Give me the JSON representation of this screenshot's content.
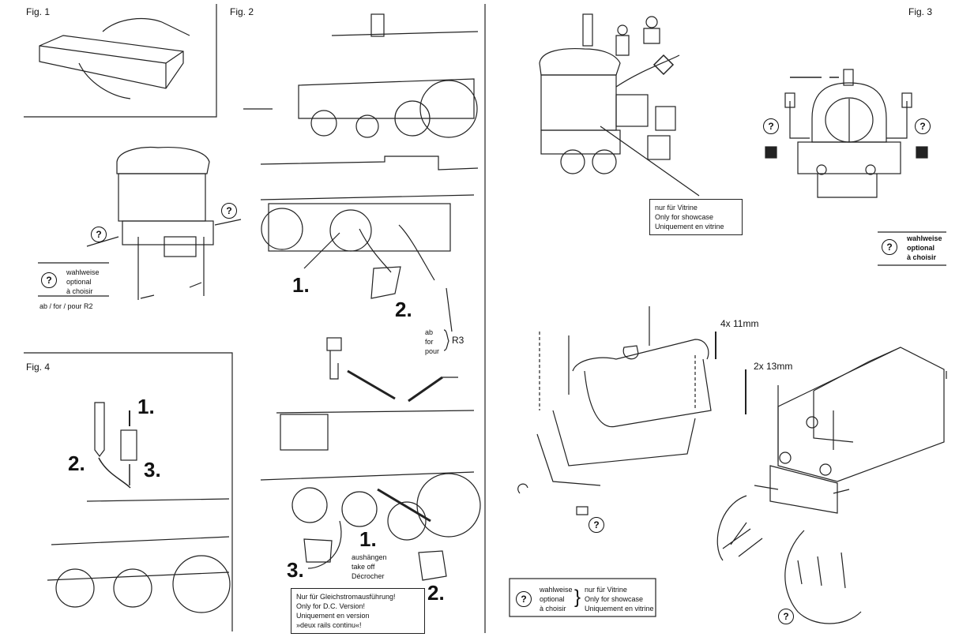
{
  "figures": {
    "fig1": "Fig. 1",
    "fig2": "Fig. 2",
    "fig3": "Fig. 3",
    "fig4": "Fig. 4"
  },
  "legend_optional": {
    "de": "wahlweise",
    "en": "optional",
    "fr": "à choisir",
    "mark": "?"
  },
  "fig1_note": "ab / for / pour R2",
  "fig2": {
    "step1": "1.",
    "step2": "2.",
    "r3_ab": "ab",
    "r3_for": "for",
    "r3_pour": "pour",
    "r3_label": "R3",
    "step1b": "1.",
    "step2b": "2.",
    "step3b": "3.",
    "take_off_de": "aushängen",
    "take_off_en": "take off",
    "take_off_fr": "Décrocher",
    "dc_de": "Nur für Gleichstromausführung!",
    "dc_en": "Only for D.C. Version!",
    "dc_fr1": "Uniquement en version",
    "dc_fr2": "»deux rails continu«!"
  },
  "fig4": {
    "step1": "1.",
    "step2": "2.",
    "step3": "3."
  },
  "fig3": {
    "showcase_de": "nur für Vitrine",
    "showcase_en": "Only for showcase",
    "showcase_fr": "Uniquement en vitrine",
    "screw1": "4x 11mm",
    "screw2": "2x 13mm",
    "legend_showcase_de": "nur für Vitrine",
    "legend_showcase_en": "Only for showcase",
    "legend_showcase_fr": "Uniquement en vitrine"
  }
}
